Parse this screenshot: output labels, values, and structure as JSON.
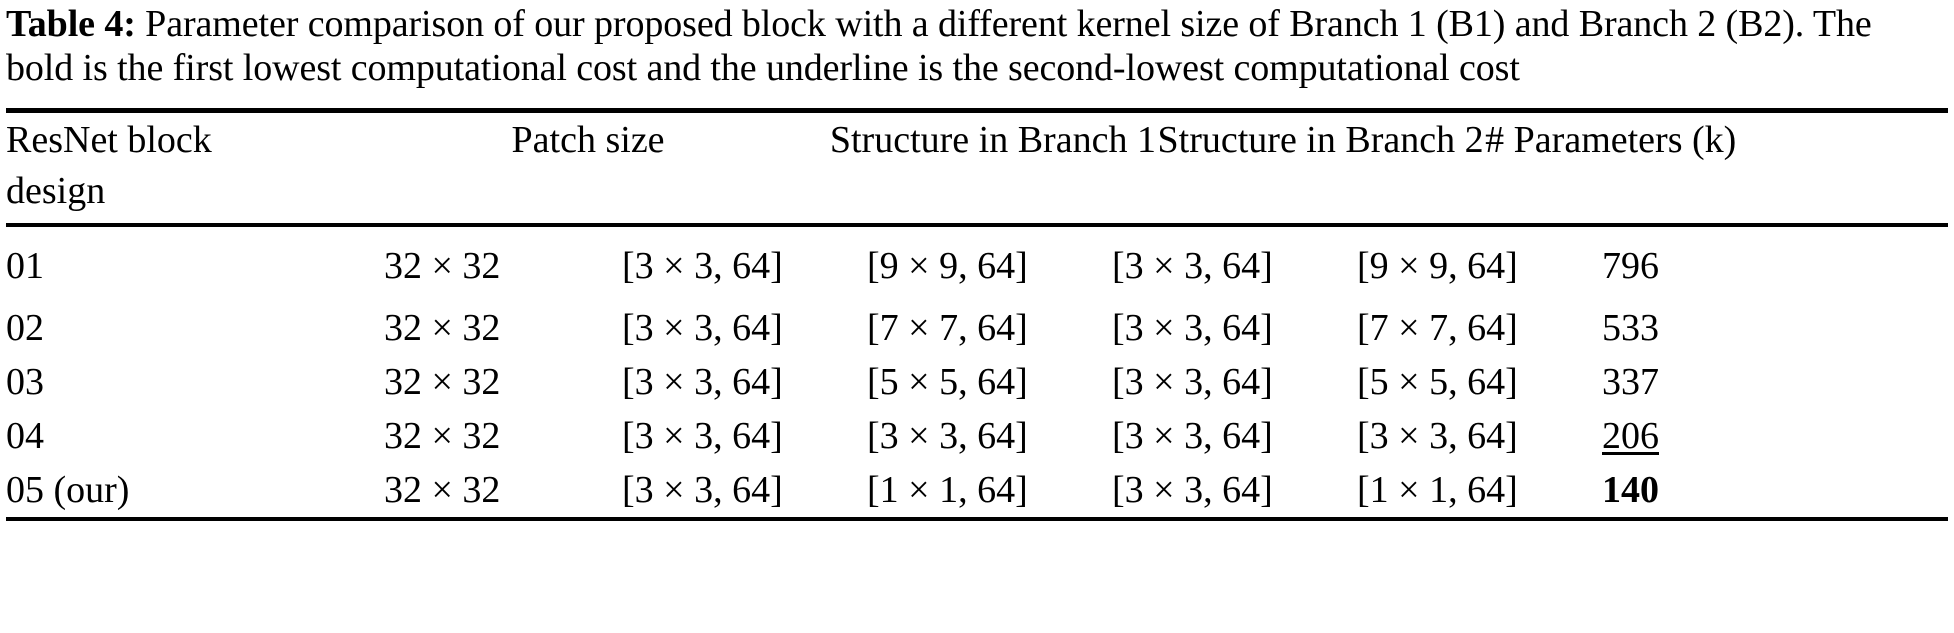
{
  "caption": {
    "label": "Table 4:",
    "text": " Parameter comparison of our proposed block with a different kernel size of Branch 1 (B1) and Branch 2 (B2). The bold is the first lowest computational cost and the underline is the second-lowest computational cost"
  },
  "table": {
    "headers": {
      "col0_line1": "ResNet block",
      "col0_line2": "design",
      "col1": "Patch size",
      "col2": "Structure in Branch 1",
      "col3": "Structure in Branch 2",
      "col4": "# Parameters (k)"
    },
    "rows": [
      {
        "design": "01",
        "patch_size": "32 × 32",
        "b1_a": "[3 × 3, 64]",
        "b1_b": "[9 × 9, 64]",
        "b2_a": "[3 × 3, 64]",
        "b2_b": "[9 × 9, 64]",
        "params": "796",
        "params_style": "plain"
      },
      {
        "design": "02",
        "patch_size": "32 × 32",
        "b1_a": "[3 × 3, 64]",
        "b1_b": "[7 × 7, 64]",
        "b2_a": "[3 × 3, 64]",
        "b2_b": "[7 × 7, 64]",
        "params": "533",
        "params_style": "plain"
      },
      {
        "design": "03",
        "patch_size": "32 × 32",
        "b1_a": "[3 × 3, 64]",
        "b1_b": "[5 × 5, 64]",
        "b2_a": "[3 × 3, 64]",
        "b2_b": "[5 × 5, 64]",
        "params": "337",
        "params_style": "plain"
      },
      {
        "design": "04",
        "patch_size": "32 × 32",
        "b1_a": "[3 × 3, 64]",
        "b1_b": "[3 × 3, 64]",
        "b2_a": "[3 × 3, 64]",
        "b2_b": "[3 × 3, 64]",
        "params": "206",
        "params_style": "underline"
      },
      {
        "design": "05 (our)",
        "patch_size": "32 × 32",
        "b1_a": "[3 × 3, 64]",
        "b1_b": "[1 × 1, 64]",
        "b2_a": "[3 × 3, 64]",
        "b2_b": "[1 × 1, 64]",
        "params": "140",
        "params_style": "bold"
      }
    ]
  },
  "colors": {
    "rule": "#000000",
    "text": "#000000",
    "background": "#ffffff"
  }
}
